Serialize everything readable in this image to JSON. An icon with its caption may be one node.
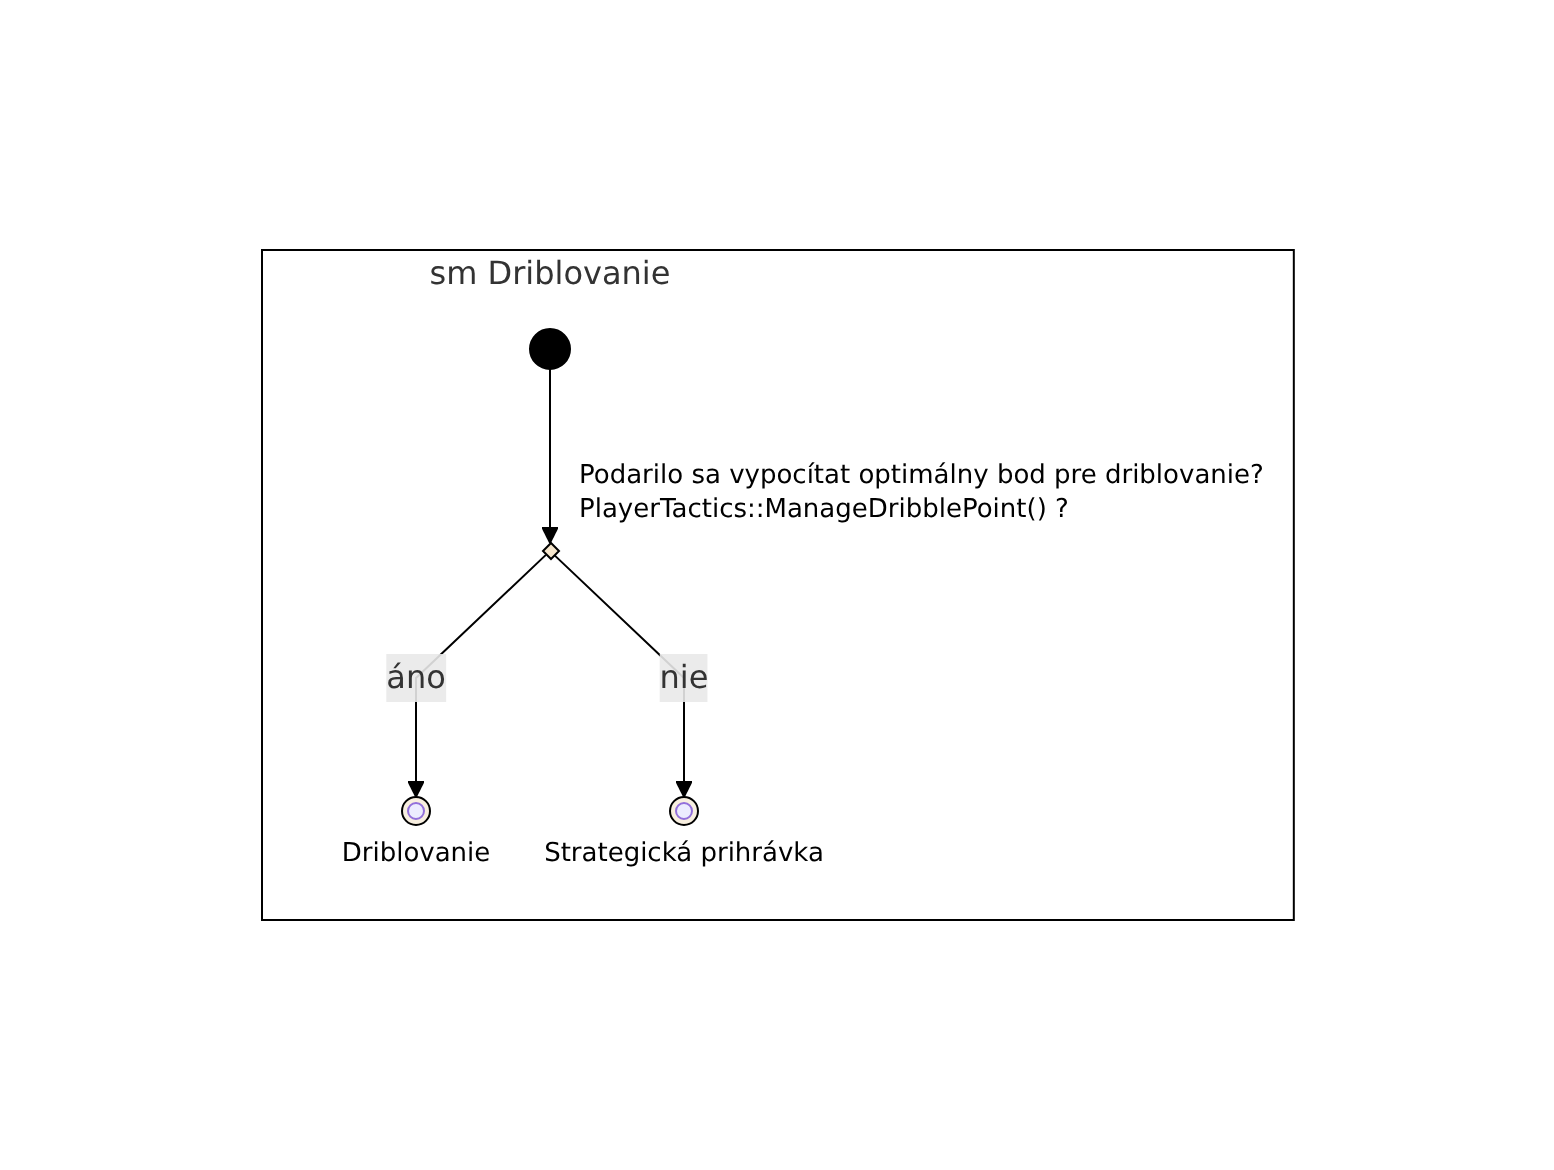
{
  "diagram": {
    "nodes": [
      {
        "text": [
          "sm Driblovanie"
        ]
      },
      {
        "text": [],
        "shape": "circle",
        "in": 0
      },
      {
        "text": [],
        "shape": "diamond",
        "in": 0,
        "beside": [
          "Podarilo sa vypocítat optimálny bod pre driblovanie?",
          "PlayerTactics::ManageDribblePoint() ?"
        ]
      },
      {
        "text": [],
        "shape": "circle",
        "in": 0,
        "beside": [
          "Driblovanie"
        ]
      },
      {
        "text": [],
        "shape": "circle",
        "in": 0,
        "beside": [
          "Strategická prihrávka"
        ]
      }
    ],
    "edges": [
      {
        "from": 1,
        "to": 2,
        "arrow": "to"
      },
      {
        "from": 2,
        "to": 3,
        "label": "áno",
        "arrow": "to"
      },
      {
        "from": 2,
        "to": 4,
        "label": "nie",
        "arrow": "to"
      }
    ]
  }
}
